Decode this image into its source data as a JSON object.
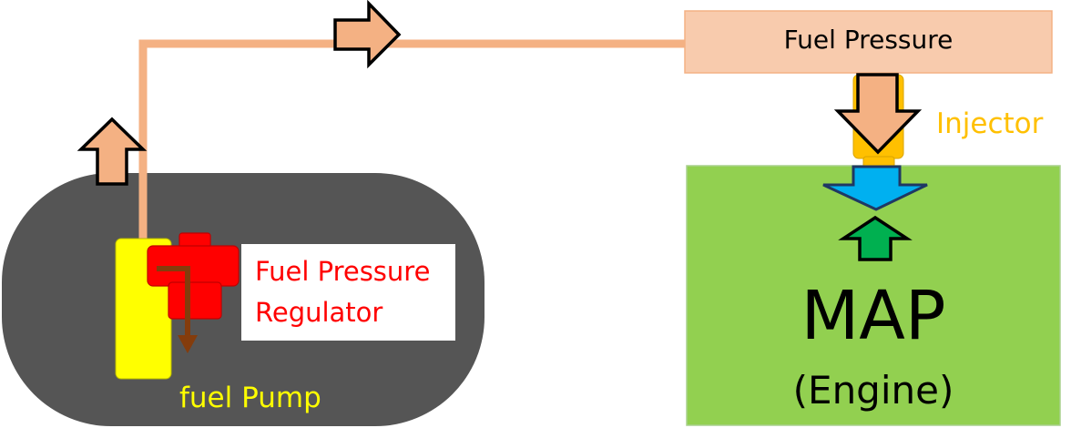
{
  "labels": {
    "fuel_pressure": "Fuel Pressure",
    "injector": "Injector",
    "regulator_line1": "Fuel Pressure",
    "regulator_line2": "Regulator",
    "fuel_pump": "fuel Pump",
    "map": "MAP",
    "engine": "(Engine)"
  },
  "colors": {
    "tank": "#555555",
    "pipe": "#f4b183",
    "arrow_fill": "#f4b183",
    "pressure_box": "#f8cbad",
    "pressure_box_border": "#f4b183",
    "pump": "#ffff00",
    "regulator": "#ff0000",
    "regulator_border": "#c00000",
    "return_arrow": "#843c0c",
    "engine_box": "#92d050",
    "engine_border": "#a9d18e",
    "injector": "#ffc000",
    "injector_label": "#ffc000",
    "spray_arrow": "#00b0f0",
    "spray_arrow_border": "#1f3864",
    "map_arrow": "#00b050",
    "regulator_label": "#ff0000",
    "pump_label": "#ffff00"
  },
  "icons": {
    "flow_arrows": "block-arrow-icon",
    "return_arrow": "return-arrow-icon",
    "spray_arrow": "spray-arrow-icon",
    "map_arrow": "up-arrow-icon"
  }
}
